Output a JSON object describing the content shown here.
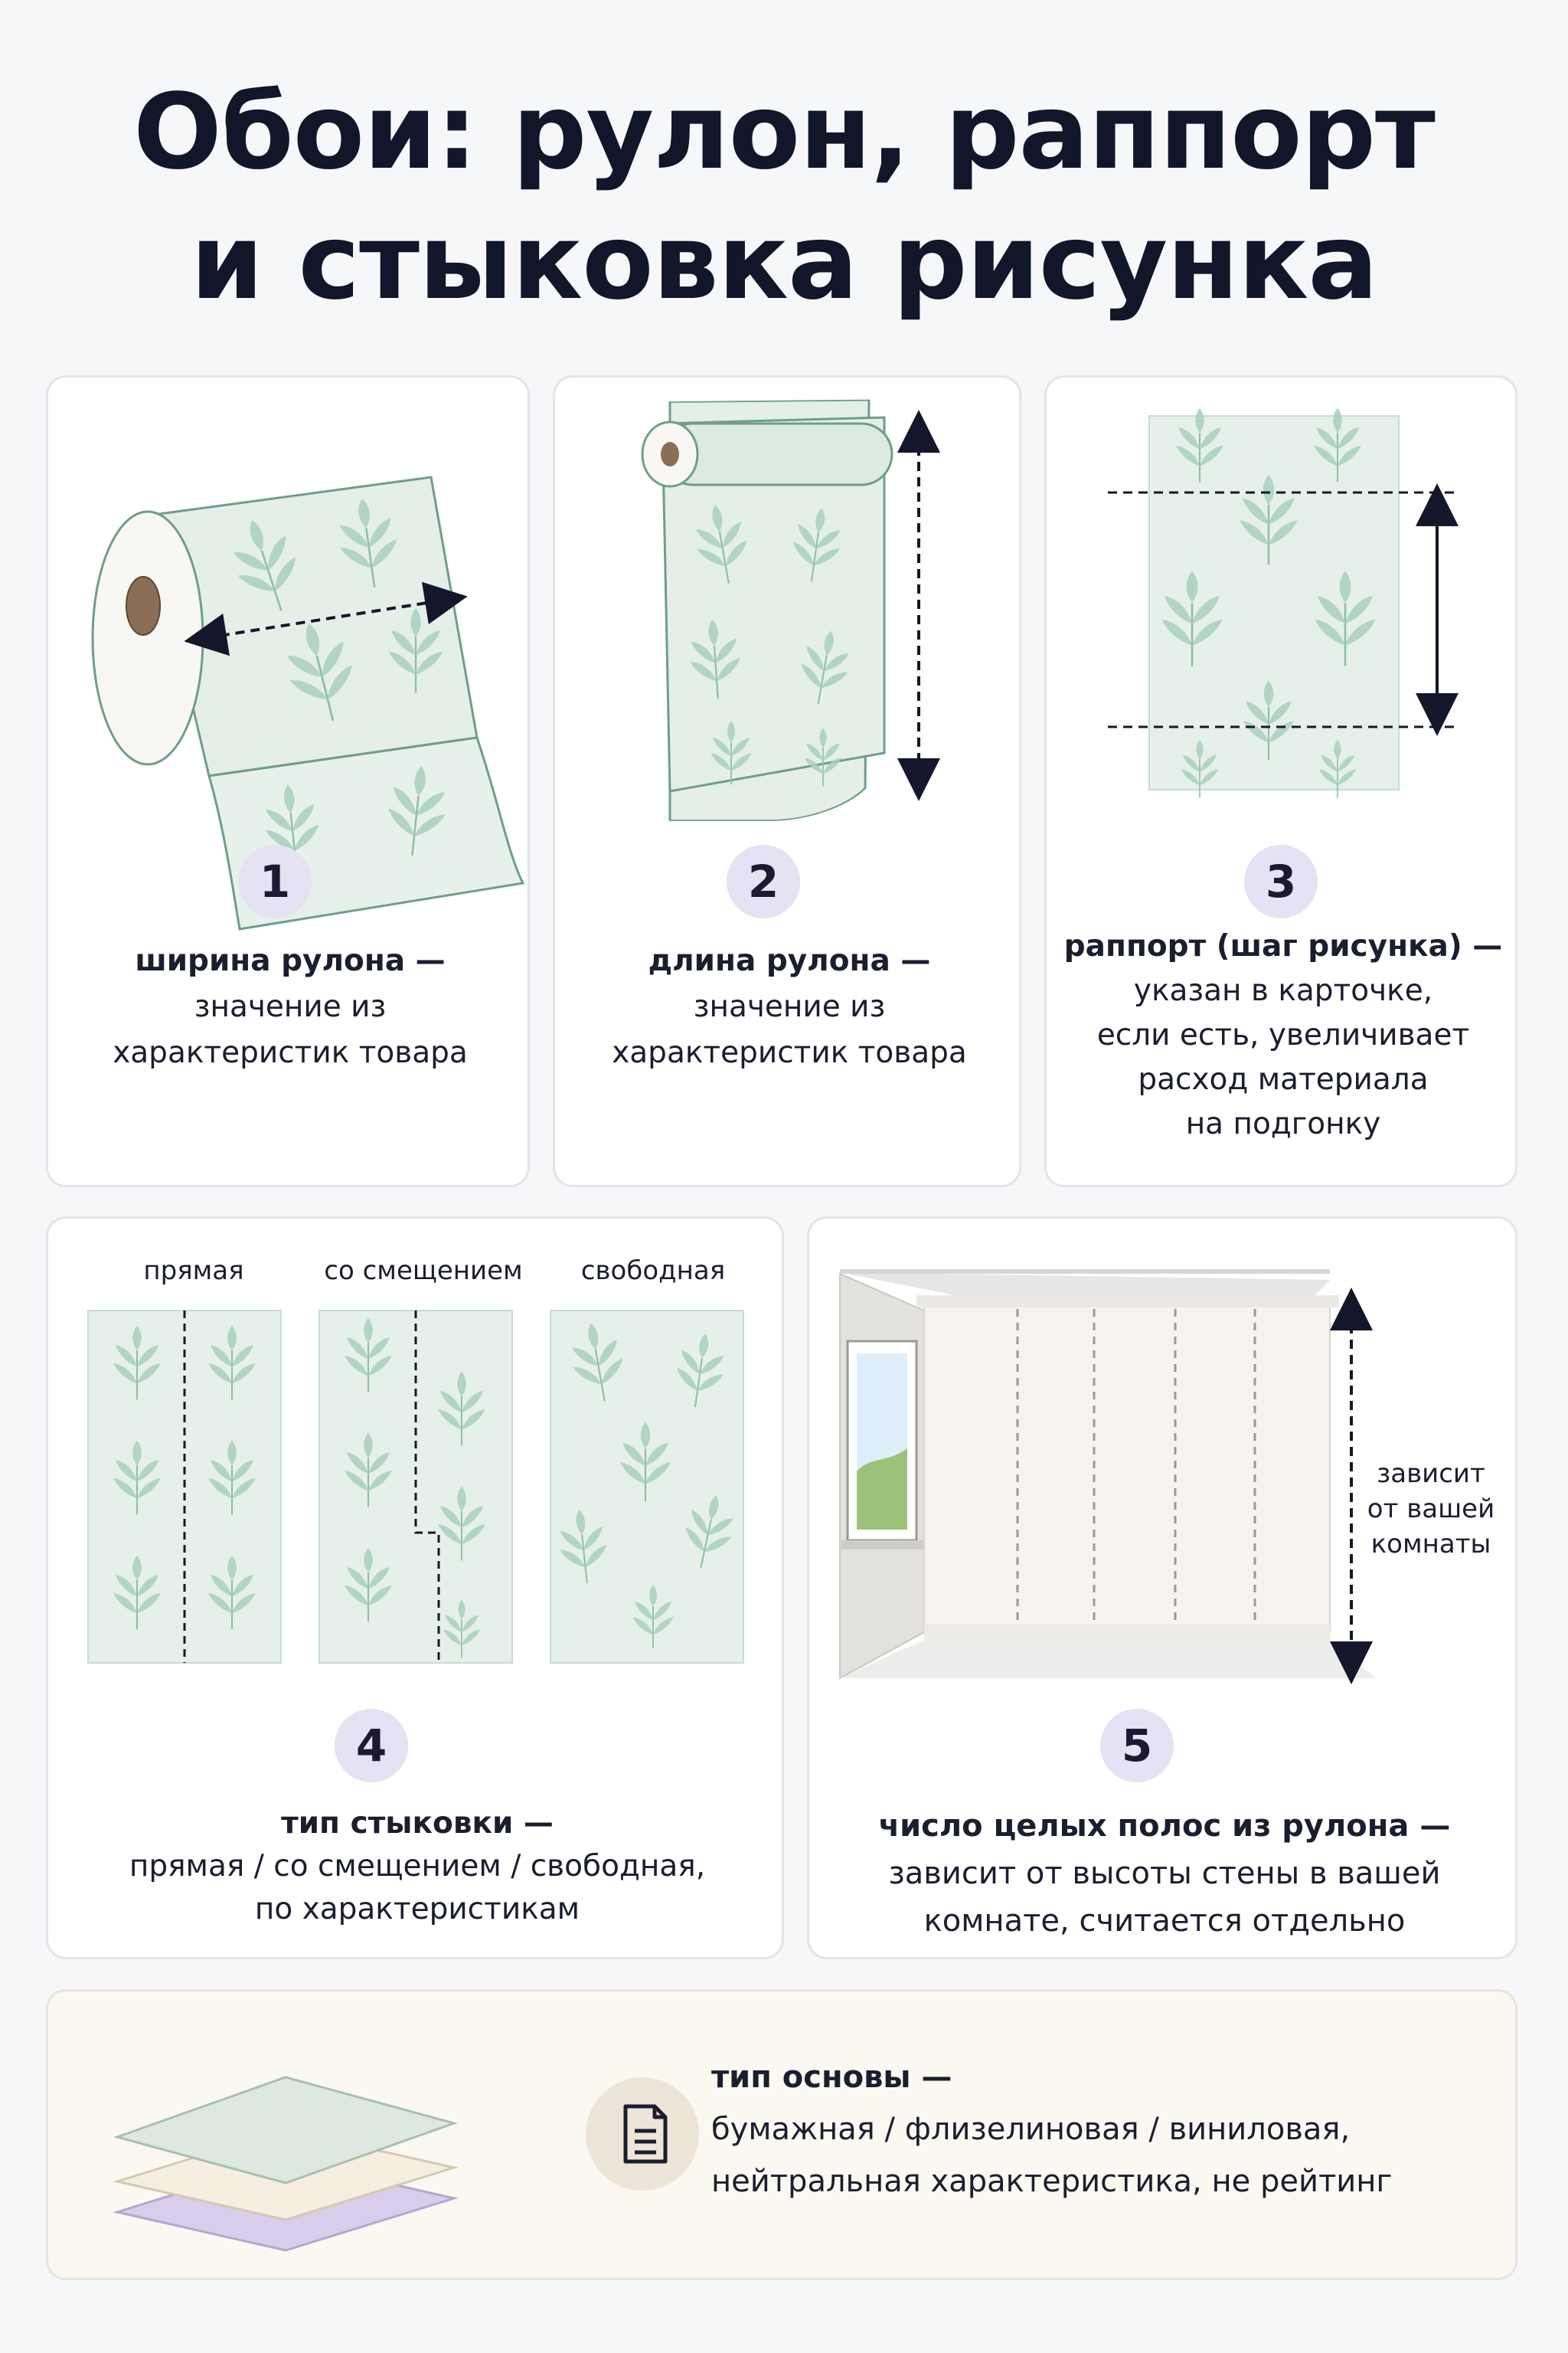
{
  "title": {
    "line1": "Обои: рулон, раппорт",
    "line2": "и стыковка рисунка"
  },
  "cards": {
    "width": {
      "badge": "1",
      "lines": [
        "ширина рулона —",
        "значение из",
        "характеристик товара"
      ]
    },
    "length": {
      "badge": "2",
      "lines": [
        "длина рулона —",
        "значение из",
        "характеристик товара"
      ]
    },
    "repeat": {
      "badge": "3",
      "lines": [
        "раппорт (шаг рисунка) —",
        "указан в карточке,",
        "если есть, увеличивает",
        "расход материала",
        "на подгонку"
      ]
    },
    "match": {
      "badge": "4",
      "labels": [
        "прямая",
        "со смещением",
        "свободная"
      ],
      "lead": "тип стыковки —",
      "lines": [
        "прямая / со смещением / свободная,",
        "по характеристикам"
      ]
    },
    "strips": {
      "badge": "5",
      "side_note": [
        "зависит",
        "от вашей",
        "комнаты"
      ],
      "lines": [
        "число целых полос из рулона —",
        "зависит от высоты стены в вашей",
        "комнате, считается отдельно"
      ]
    },
    "base": {
      "icon": "document-icon",
      "lead": "тип основы —",
      "lines": [
        "бумажная / флизелиновая / виниловая,",
        "нейтральная характеристика, не рейтинг"
      ]
    }
  },
  "colors": {
    "paper": "#e6f0ea",
    "leaf": "#9cc9b4",
    "badge": "#e6e1f3",
    "accent": "#14172b",
    "layer_green": "#dde8e0",
    "layer_cream": "#f6efe1",
    "layer_lilac": "#d9cdec"
  }
}
